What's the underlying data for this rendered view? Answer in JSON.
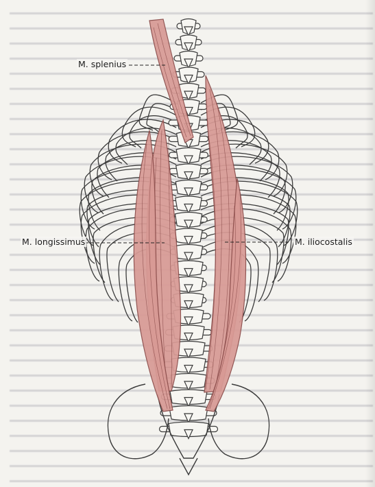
{
  "labels": {
    "splenius": "M. splenius",
    "longissimus": "M. longissimus",
    "iliocostalis": "M. iliocostalis"
  },
  "colors": {
    "muscle": "#d89a95",
    "muscle_stroke": "#8a4b49",
    "bone_line": "#3a3a3a",
    "paper": "#f4f3ef"
  }
}
